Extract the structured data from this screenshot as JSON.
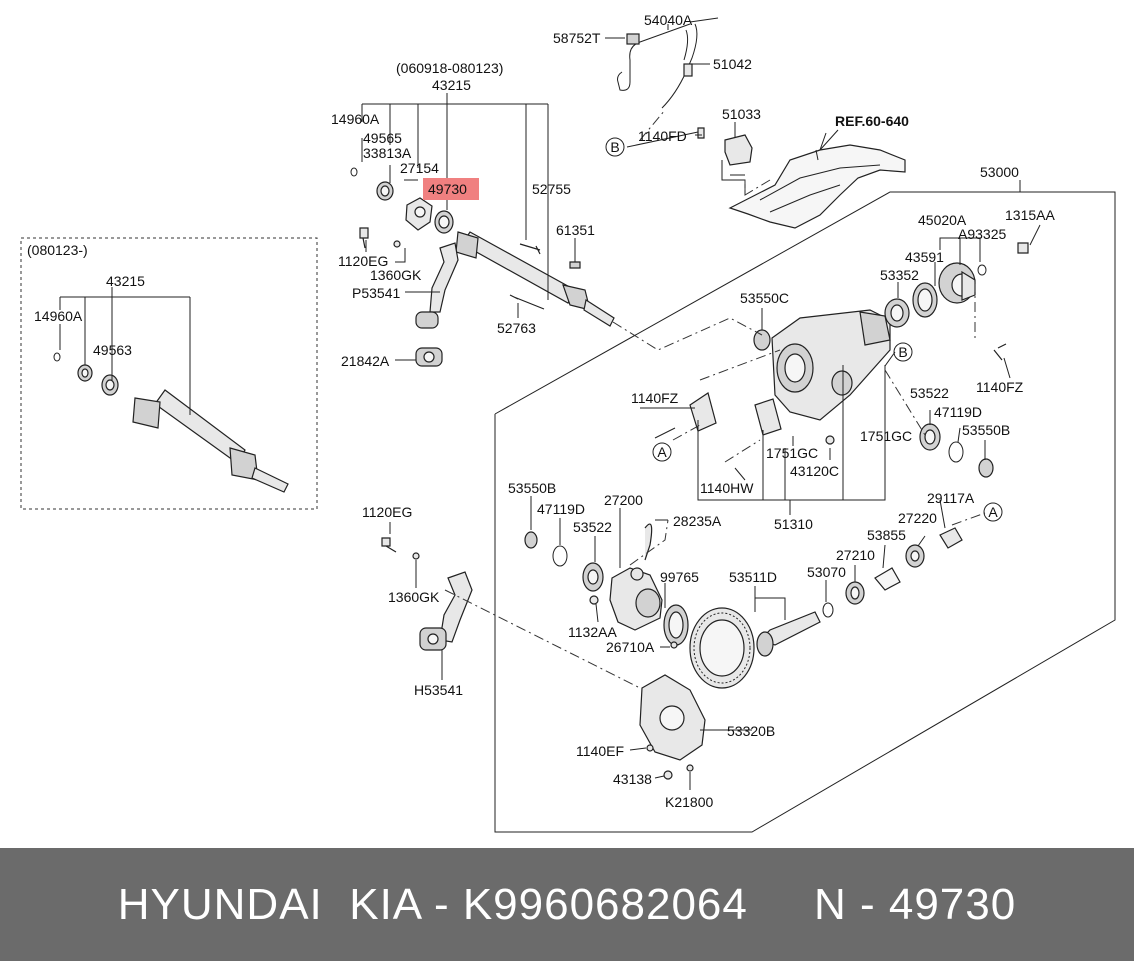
{
  "diagram": {
    "highlight_color": "#f08080",
    "labels": {
      "l58752T": "58752T",
      "l54040A": "54040A",
      "l51042": "51042",
      "l51033": "51033",
      "l1140FD": "1140FD",
      "lREF": "REF.60-640",
      "lDate": "(060918-080123)",
      "l43215a": "43215",
      "l14960Aa": "14960A",
      "l49565": "49565",
      "l33813A": "33813A",
      "l27154": "27154",
      "l49730": "49730",
      "l52755": "52755",
      "l61351": "61351",
      "l1120EGa": "1120EG",
      "l1360GKa": "1360GK",
      "lP53541": "P53541",
      "l52763": "52763",
      "l21842A": "21842A",
      "l53000": "53000",
      "l45020A": "45020A",
      "l1315AA": "1315AA",
      "l43591": "43591",
      "lA93325": "A93325",
      "l53352": "53352",
      "l53550Ca": "53550C",
      "l1140FZa": "1140FZ",
      "l1140FZb": "1140FZ",
      "l53522a": "53522",
      "l47119Da": "47119D",
      "l53550Ba": "53550B",
      "l1751GCa": "1751GC",
      "l1751GCb": "1751GC",
      "l43120C": "43120C",
      "l1140HW": "1140HW",
      "l51310": "51310",
      "l53550Bb": "53550B",
      "l47119Db": "47119D",
      "l27200": "27200",
      "l28235A": "28235A",
      "l53522b": "53522",
      "l29117A": "29117A",
      "l27220": "27220",
      "l53855": "53855",
      "l27210": "27210",
      "l99765": "99765",
      "l53511D": "53511D",
      "l53070": "53070",
      "l1132AA": "1132AA",
      "l26710A": "26710A",
      "l53320B": "53320B",
      "l1140EF": "1140EF",
      "l43138": "43138",
      "lK21800": "K21800",
      "l1120EGb": "1120EG",
      "l1360GKb": "1360GK",
      "lH53541": "H53541",
      "lDate2": "(080123-)",
      "l43215b": "43215",
      "l14960Ab": "14960A",
      "l49563": "49563",
      "cA1": "A",
      "cA2": "A",
      "cB1": "B",
      "cB2": "B"
    }
  },
  "footer": {
    "text": "HYUNDAI  KIA - K9960682064     N - 49730"
  }
}
